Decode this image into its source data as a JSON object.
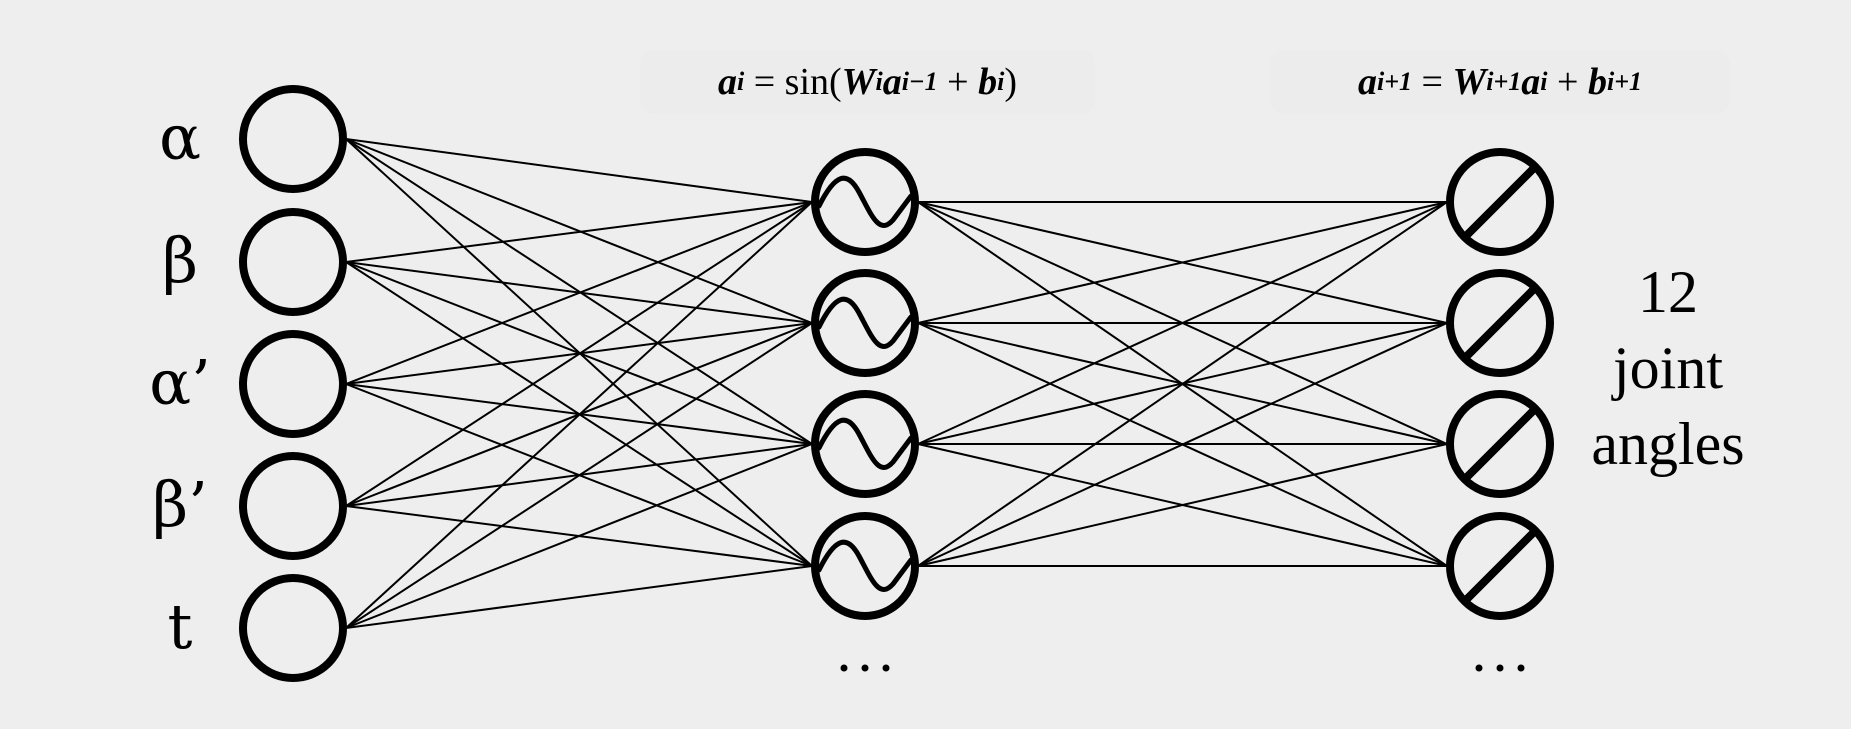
{
  "title": "Neural network mapping gait inputs to joint angles",
  "input_layer": {
    "labels": [
      "α",
      "β",
      "α’",
      "β’",
      "t"
    ]
  },
  "hidden_layer": {
    "activation": "sine",
    "node_count_shown": 4,
    "ellipsis": "…",
    "formula": {
      "lhs": "a",
      "lhs_sub": "i",
      "eq": "=",
      "fn": "sin(",
      "w": "W",
      "w_sub": "i",
      "a": "a",
      "a_sub": "i−1",
      "plus": "+",
      "b": "b",
      "b_sub": "i",
      "close": ")"
    }
  },
  "output_layer": {
    "activation": "linear",
    "node_count_shown": 4,
    "ellipsis": "…",
    "formula": {
      "lhs": "a",
      "lhs_sub": "i+1",
      "eq": "=",
      "w": "W",
      "w_sub": "i+1",
      "a": "a",
      "a_sub": "i",
      "plus": "+",
      "b": "b",
      "b_sub": "i+1"
    },
    "label_lines": [
      "12",
      "joint",
      "angles"
    ]
  },
  "colors": {
    "background": "#eeeeee",
    "stroke": "#000000"
  }
}
